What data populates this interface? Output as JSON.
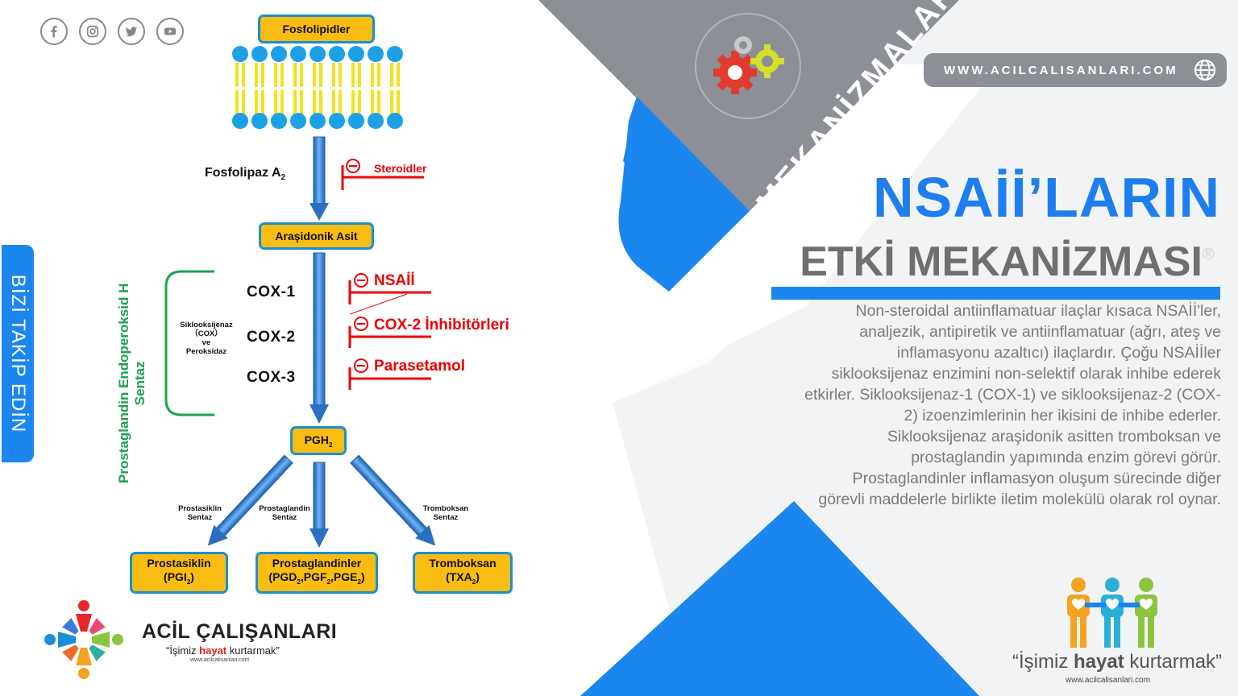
{
  "social": [
    "facebook-icon",
    "instagram-icon",
    "twitter-icon",
    "youtube-icon"
  ],
  "follow_label": "BİZİ TAKİP EDİN",
  "diagram": {
    "fosfolipidler": "Fosfolipidler",
    "fosfolipaz": "Fosfolipaz A",
    "fosfolipaz_sub": "2",
    "steroidler": "Steroidler",
    "arasidonik": "Araşidonik Asit",
    "vertical_label_line1": "Prostaglandin Endoperoksid H",
    "vertical_label_line2": "Sentaz",
    "cox_group_line1": "Siklooksijenaz",
    "cox_group_line2": "（COX）",
    "cox_group_line3": "ve",
    "cox_group_line4": "Peroksidaz",
    "cox1": "COX-1",
    "cox2": "COX-2",
    "cox3": "COX-3",
    "inh_nsaii": "NSAİİ",
    "inh_cox2": "COX-2 İnhibitörleri",
    "inh_parasetamol": "Parasetamol",
    "pgh2": "PGH",
    "pgh2_sub": "2",
    "syn_prostasiklin_1": "Prostasiklin",
    "syn_prostasiklin_2": "Sentaz",
    "syn_prostaglandin_1": "Prostaglandin",
    "syn_prostaglandin_2": "Sentaz",
    "syn_tromboksan_1": "Tromboksan",
    "syn_tromboksan_2": "Sentaz",
    "out_prostasiklin_1": "Prostasiklin",
    "out_prostasiklin_2": "(PGI",
    "out_prostasiklin_sub": "2",
    "out_prostaglandinler_1": "Prostaglandinler",
    "out_prostaglandinler_2": "(PGD",
    "out_prostaglandinler_2b": ",PGF",
    "out_prostaglandinler_2c": ",PGE",
    "out_tromboksan_1": "Tromboksan",
    "out_tromboksan_2": "(TXA",
    "sub2": "2",
    "close_paren": ")"
  },
  "mek_label": "MEKANİZMALAR",
  "url": "WWW.ACILCALISANLARI.COM",
  "title_line1": "NSAİİ’LARIN",
  "title_line2": "ETKİ MEKANİZMASI",
  "reg_mark": "®",
  "description": "Non-steroidal antiinflamatuar ilaçlar kısaca NSAİİ'ler, analjezik, antipiretik ve antiinflamatuar (ağrı, ateş ve inflamasyonu azaltıcı) ilaçlardır. Çoğu NSAİİler siklooksijenaz enzimini non-selektif olarak inhibe ederek etkirler. Siklooksijenaz-1 (COX-1) ve siklooksijenaz-2 (COX-2) izoenzimlerinin her ikisini de inhibe ederler. Siklooksijenaz araşidonik asitten tromboksan ve prostaglandin yapımında enzim görevi görür. Prostaglandinler inflamasyon oluşum sürecinde diğer görevli maddelerle birlikte iletim molekülü olarak rol oynar.",
  "logo_left": {
    "name": "ACİL ÇALIŞANLARI",
    "slogan_pre": "“İşimiz ",
    "slogan_bold": "hayat",
    "slogan_post": " kurtarmak”",
    "url": "www.acilcalisanlari.com"
  },
  "logo_right": {
    "slogan_pre": "“İşimiz ",
    "slogan_bold": "hayat",
    "slogan_post": " kurtarmak”",
    "url": "www.acilcalisanlari.com"
  },
  "colors": {
    "blue": "#1b86ee",
    "grey": "#8c9096",
    "yellow": "#f9bc12",
    "red": "#ee0000",
    "green": "#1aa44a"
  }
}
